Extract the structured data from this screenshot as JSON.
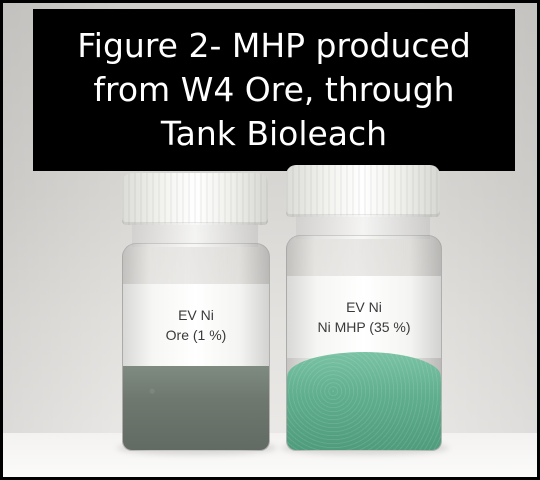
{
  "figure": {
    "title_lines": [
      "Figure 2- MHP produced",
      "from W4 Ore, through",
      "Tank Bioleach"
    ]
  },
  "vials": [
    {
      "label_lines": [
        "EV Ni",
        "Ore (1 %)"
      ],
      "powder_color": "#6e786f"
    },
    {
      "label_lines": [
        "EV Ni",
        "Ni MHP (35 %)"
      ],
      "powder_color": "#5fae8d"
    }
  ],
  "colors": {
    "title_background": "#000000",
    "title_text": "#ffffff",
    "frame": "#000000"
  }
}
